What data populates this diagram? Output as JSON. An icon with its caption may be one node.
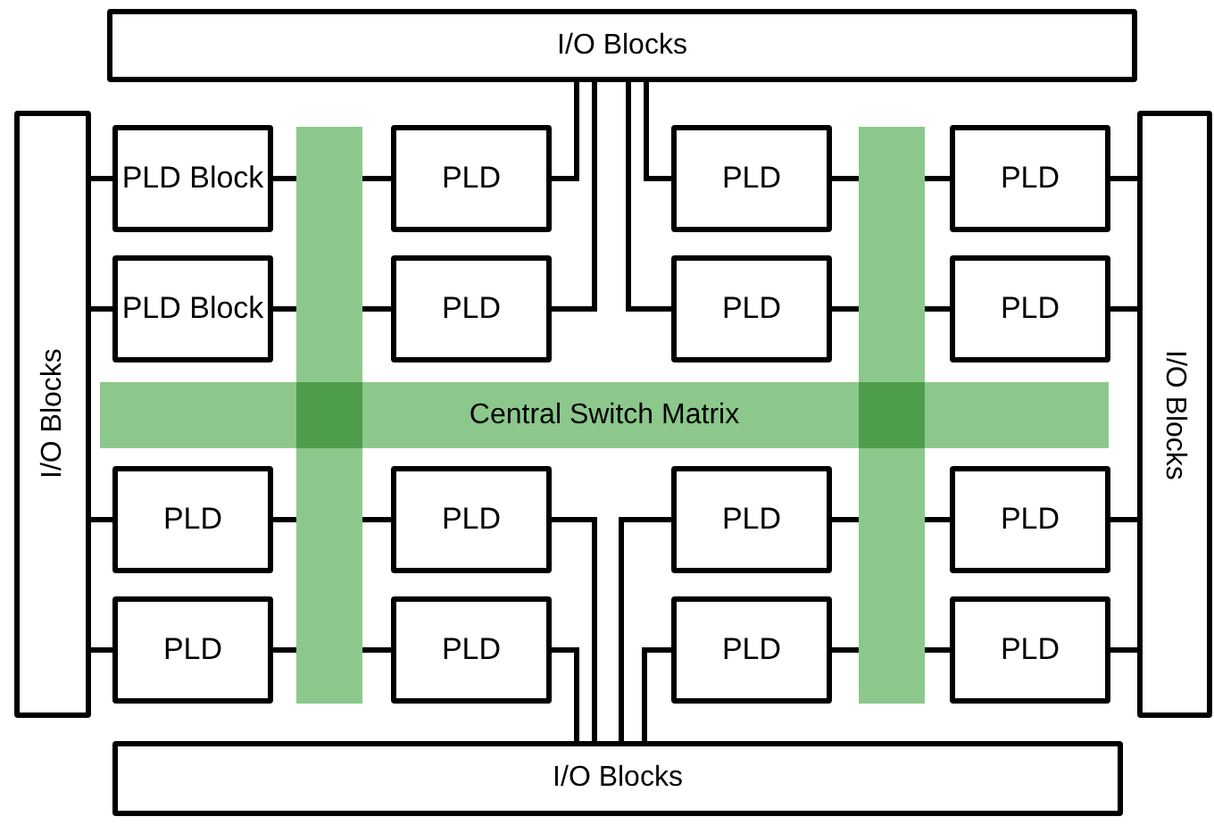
{
  "diagram": {
    "nodes": [
      {
        "text": [
          "I/O Blocks"
        ]
      },
      {
        "text": [
          "I/O Blocks"
        ]
      },
      {
        "text": [
          "I/O Blocks"
        ]
      },
      {
        "text": [
          "I/O Blocks"
        ]
      },
      {
        "text": [
          "Central Switch Matrix"
        ]
      },
      {
        "text": [],
        "shape": "bar"
      },
      {
        "text": [],
        "shape": "bar"
      },
      {
        "text": [
          "PLD Block"
        ]
      },
      {
        "text": [
          "PLD"
        ]
      },
      {
        "text": [
          "PLD"
        ]
      },
      {
        "text": [
          "PLD"
        ]
      },
      {
        "text": [
          "PLD Block"
        ]
      },
      {
        "text": [
          "PLD"
        ]
      },
      {
        "text": [
          "PLD"
        ]
      },
      {
        "text": [
          "PLD"
        ]
      },
      {
        "text": [
          "PLD"
        ]
      },
      {
        "text": [
          "PLD"
        ]
      },
      {
        "text": [
          "PLD"
        ]
      },
      {
        "text": [
          "PLD"
        ]
      },
      {
        "text": [
          "PLD"
        ]
      },
      {
        "text": [
          "PLD"
        ]
      },
      {
        "text": [
          "PLD"
        ]
      },
      {
        "text": [
          "PLD"
        ]
      }
    ],
    "edges": [
      {
        "from": 1,
        "to": 7,
        "arrow": "none"
      },
      {
        "from": 1,
        "to": 11,
        "arrow": "none"
      },
      {
        "from": 1,
        "to": 15,
        "arrow": "none"
      },
      {
        "from": 1,
        "to": 19,
        "arrow": "none"
      },
      {
        "from": 2,
        "to": 10,
        "arrow": "none"
      },
      {
        "from": 2,
        "to": 14,
        "arrow": "none"
      },
      {
        "from": 2,
        "to": 18,
        "arrow": "none"
      },
      {
        "from": 2,
        "to": 22,
        "arrow": "none"
      },
      {
        "from": 0,
        "to": 8,
        "arrow": "none"
      },
      {
        "from": 0,
        "to": 12,
        "arrow": "none"
      },
      {
        "from": 0,
        "to": 9,
        "arrow": "none"
      },
      {
        "from": 0,
        "to": 13,
        "arrow": "none"
      },
      {
        "from": 3,
        "to": 16,
        "arrow": "none"
      },
      {
        "from": 3,
        "to": 20,
        "arrow": "none"
      },
      {
        "from": 3,
        "to": 17,
        "arrow": "none"
      },
      {
        "from": 3,
        "to": 21,
        "arrow": "none"
      },
      {
        "from": 7,
        "to": 5,
        "arrow": "none"
      },
      {
        "from": 8,
        "to": 5,
        "arrow": "none"
      },
      {
        "from": 11,
        "to": 5,
        "arrow": "none"
      },
      {
        "from": 12,
        "to": 5,
        "arrow": "none"
      },
      {
        "from": 15,
        "to": 5,
        "arrow": "none"
      },
      {
        "from": 16,
        "to": 5,
        "arrow": "none"
      },
      {
        "from": 19,
        "to": 5,
        "arrow": "none"
      },
      {
        "from": 20,
        "to": 5,
        "arrow": "none"
      },
      {
        "from": 9,
        "to": 6,
        "arrow": "none"
      },
      {
        "from": 10,
        "to": 6,
        "arrow": "none"
      },
      {
        "from": 13,
        "to": 6,
        "arrow": "none"
      },
      {
        "from": 14,
        "to": 6,
        "arrow": "none"
      },
      {
        "from": 17,
        "to": 6,
        "arrow": "none"
      },
      {
        "from": 18,
        "to": 6,
        "arrow": "none"
      },
      {
        "from": 21,
        "to": 6,
        "arrow": "none"
      },
      {
        "from": 22,
        "to": 6,
        "arrow": "none"
      }
    ]
  }
}
